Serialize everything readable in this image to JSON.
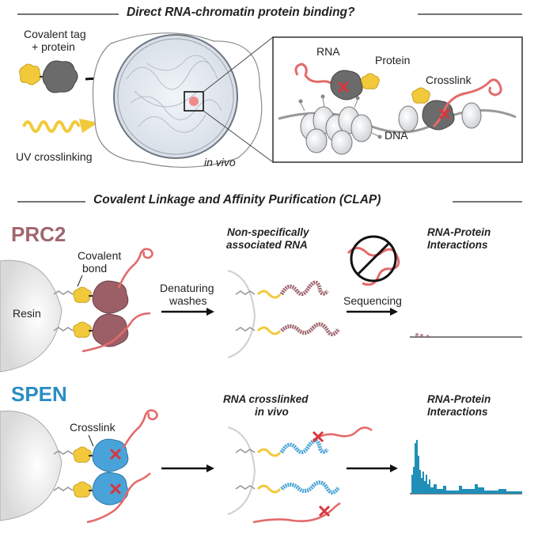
{
  "top_section": {
    "title": "Direct RNA-chromatin protein binding?",
    "covalent_tag_line1": "Covalent tag",
    "covalent_tag_line2": "+ protein",
    "uv_label": "UV crosslinking",
    "in_vivo": "in vivo",
    "inset": {
      "rna": "RNA",
      "protein": "Protein",
      "crosslink": "Crosslink",
      "dna": "DNA"
    }
  },
  "clap_section": {
    "title": "Covalent Linkage and Affinity Purification (CLAP)",
    "prc2": {
      "name": "PRC2",
      "covalent_bond_line1": "Covalent",
      "covalent_bond_line2": "bond",
      "resin": "Resin",
      "washes_line1": "Denaturing",
      "washes_line2": "washes",
      "mid_header_line1": "Non-specifically",
      "mid_header_line2": "associated RNA",
      "sequencing": "Sequencing",
      "right_header_line1": "RNA-Protein",
      "right_header_line2": "Interactions"
    },
    "spen": {
      "name": "SPEN",
      "crosslink": "Crosslink",
      "mid_header_line1": "RNA crosslinked",
      "mid_header_line2": "in vivo",
      "right_header_line1": "RNA-Protein",
      "right_header_line2": "Interactions"
    }
  },
  "colors": {
    "rna": "#e46a6a",
    "prc2_protein": "#9c5f68",
    "spen_protein": "#4aa3d8",
    "tag": "#f2c93a",
    "tag_protein": "#6b6b6b",
    "spen_signal": "#1f8fb8"
  },
  "icons": [
    "no-symbol-icon",
    "crosslink-x-icon",
    "arrow-icon"
  ]
}
